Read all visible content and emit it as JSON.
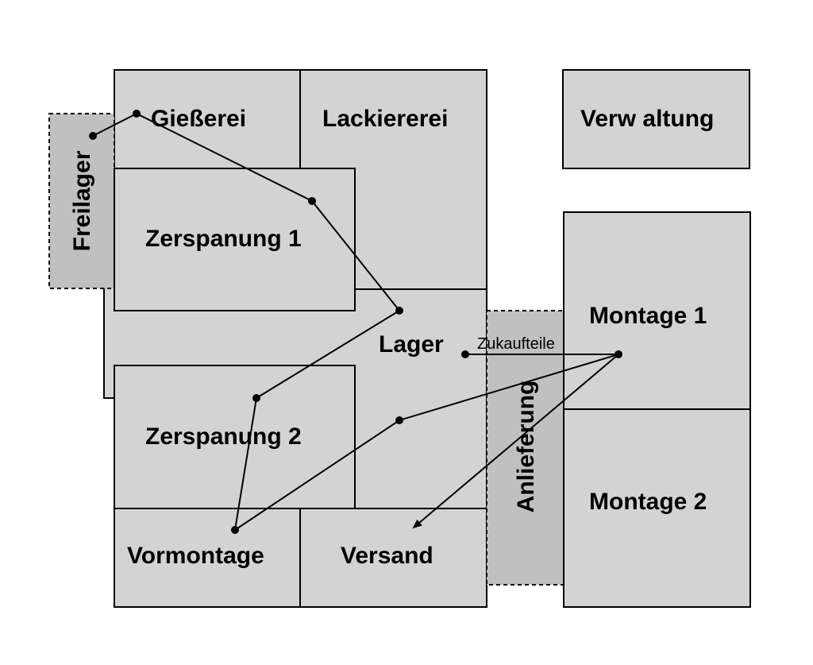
{
  "areas": {
    "giesserei": "Gießerei",
    "lackiererei": "Lackiererei",
    "verwaltung": "Verw altung",
    "freilager": "Freilager",
    "zerspanung1": "Zerspanung 1",
    "lager": "Lager",
    "montage1": "Montage 1",
    "anlieferung": "Anlieferung",
    "zerspanung2": "Zerspanung 2",
    "montage2": "Montage 2",
    "vormontage": "Vormontage",
    "versand": "Versand"
  },
  "flow": {
    "zukaufteile": "Zukaufteile"
  },
  "colors": {
    "area_fill": "#d3d3d3",
    "dashed_area_fill": "#c0c0c0",
    "line": "#000000"
  }
}
